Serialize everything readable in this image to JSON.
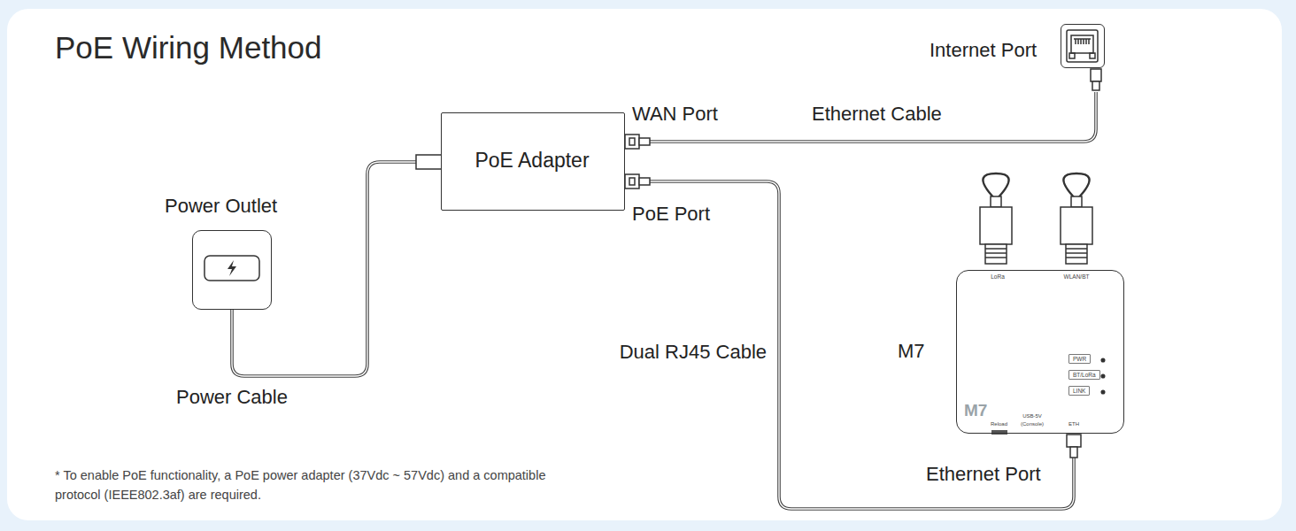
{
  "diagram": {
    "title": "PoE Wiring Method",
    "nodes": [
      {
        "text": [
          "Power Outlet"
        ]
      },
      {
        "text": [
          "PoE Adapter"
        ]
      },
      {
        "text": [
          "Internet Port"
        ]
      },
      {
        "text": [
          "M7"
        ]
      }
    ],
    "edges": [
      {
        "from": 0,
        "to": 1,
        "label": "Power Cable",
        "arrow": "none"
      },
      {
        "from": 1,
        "to": 2,
        "label": "Ethernet Cable",
        "arrow": "none"
      },
      {
        "from": 1,
        "to": 3,
        "label": "Dual RJ45 Cable",
        "arrow": "none"
      }
    ],
    "labels": [
      "WAN Port",
      "PoE Port",
      "Ethernet Port",
      "LoRa",
      "WLAN/BT",
      "PWR",
      "BT/LoRa",
      "LINK",
      "M7",
      "Reload",
      "USB-5V (Console)",
      "ETH",
      "* To enable PoE functionality, a PoE power adapter (37Vdc ~ 57Vdc) and a compatible protocol (IEEE802.3af) are required."
    ]
  }
}
